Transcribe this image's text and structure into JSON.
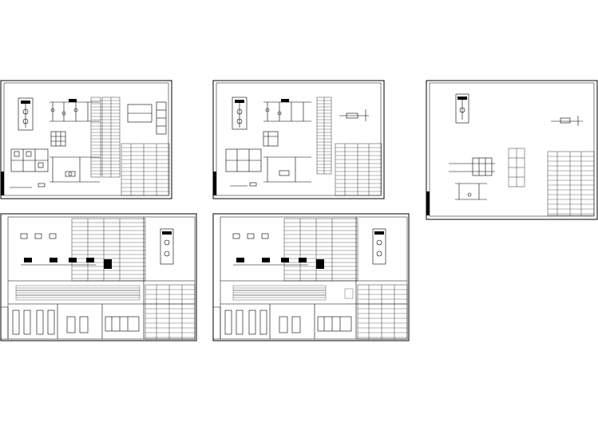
{
  "view": {
    "background": "#ffffff",
    "line_color": "#000000"
  },
  "sheets": [
    {
      "id": "sheet-1",
      "kind": "schematic-with-panel-and-io-table"
    },
    {
      "id": "sheet-2",
      "kind": "schematic-with-panel-and-io-table"
    },
    {
      "id": "sheet-3",
      "kind": "schematic-sparse"
    },
    {
      "id": "sheet-4",
      "kind": "schematic-large-multi-section"
    },
    {
      "id": "sheet-5",
      "kind": "schematic-large-multi-section"
    }
  ]
}
